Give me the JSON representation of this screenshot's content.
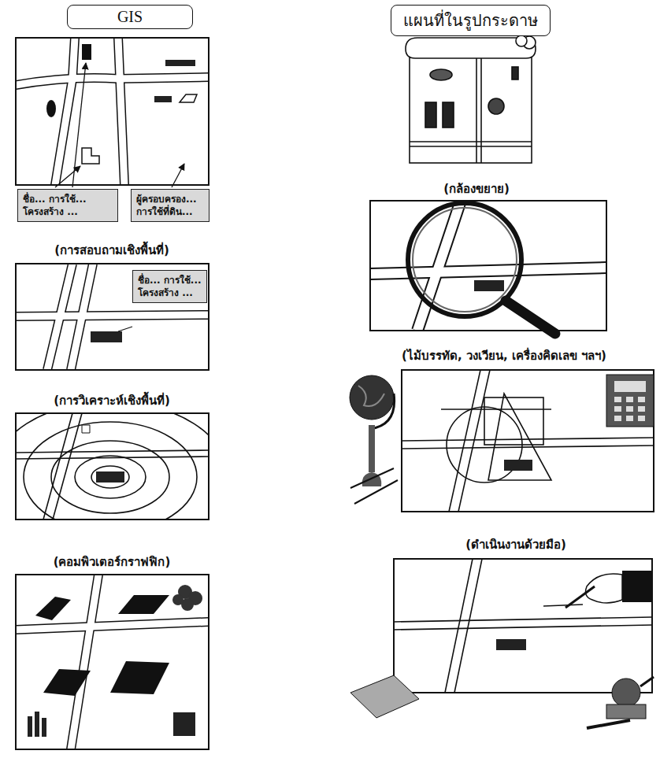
{
  "diagram": {
    "nodes": [
      {
        "text": [
          "GIS"
        ]
      },
      {
        "text": [
          "แผนที่ในรูปกระดาษ"
        ]
      },
      {
        "text": [
          "ชื่อ... การใช้... โครงสร้าง ..."
        ]
      },
      {
        "text": [
          "ผู้ครอบครอง... การใช้ที่ดิน..."
        ]
      },
      {
        "text": [
          "ชื่อ... การใช้... โครงสร้าง ..."
        ]
      }
    ],
    "labels": [
      "(การสอบถามเชิงพื้นที่)",
      "(การวิเคราะห์เชิงพื้นที่)",
      "(คอมพิวเตอร์กราฟฟิก)",
      "(กล้องขยาย)",
      "(ไม้บรรทัด, วงเวียน, เครื่องคิดเลข ฯลฯ)",
      "(ดำเนินงานด้วยมือ)"
    ]
  }
}
